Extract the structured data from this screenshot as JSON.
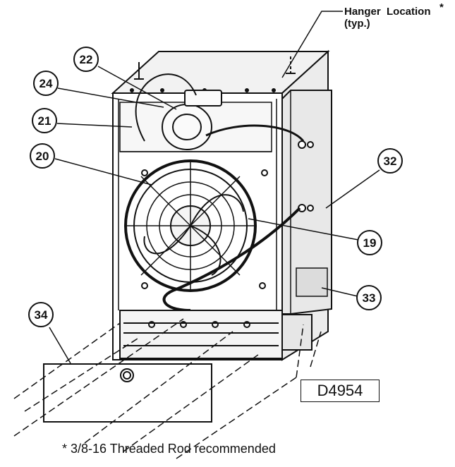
{
  "hanger_label": {
    "line1": "Hanger  Location",
    "star": "*",
    "line2": "(typ.)"
  },
  "callouts": [
    {
      "id": "c22",
      "label": "22"
    },
    {
      "id": "c24",
      "label": "24"
    },
    {
      "id": "c21",
      "label": "21"
    },
    {
      "id": "c20",
      "label": "20"
    },
    {
      "id": "c32",
      "label": "32"
    },
    {
      "id": "c19",
      "label": "19"
    },
    {
      "id": "c33",
      "label": "33"
    },
    {
      "id": "c34",
      "label": "34"
    }
  ],
  "diagram_id": "D4954",
  "footnote": "* 3/8-16 Threaded Rod recommended"
}
